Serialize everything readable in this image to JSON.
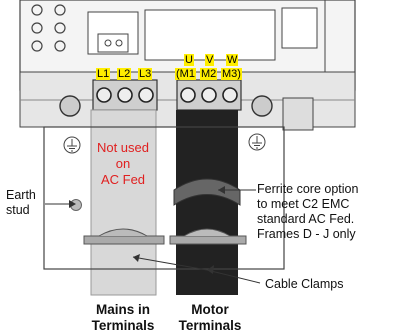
{
  "terminals": {
    "mains_labels": [
      "L1",
      "L2",
      "L3"
    ],
    "motor_letters": [
      "U",
      "V",
      "W"
    ],
    "motor_codes": [
      "(M1",
      "M2",
      "M3)"
    ]
  },
  "labels": {
    "not_used": [
      "Not used",
      "on",
      "AC Fed"
    ],
    "earth_stud": [
      "Earth",
      "stud"
    ],
    "ferrite": [
      "Ferrite core option",
      "to meet C2 EMC",
      "standard AC Fed.",
      "Frames D - J only"
    ],
    "cable_clamps": "Cable Clamps",
    "mains_in": [
      "Mains in",
      "Terminals"
    ],
    "motor": [
      "Motor",
      "Terminals"
    ]
  },
  "colors": {
    "highlight": "#ffee00",
    "not_used_text": "#e02020",
    "mains_cable": "#d8d8d8",
    "motor_cable": "#222222"
  }
}
